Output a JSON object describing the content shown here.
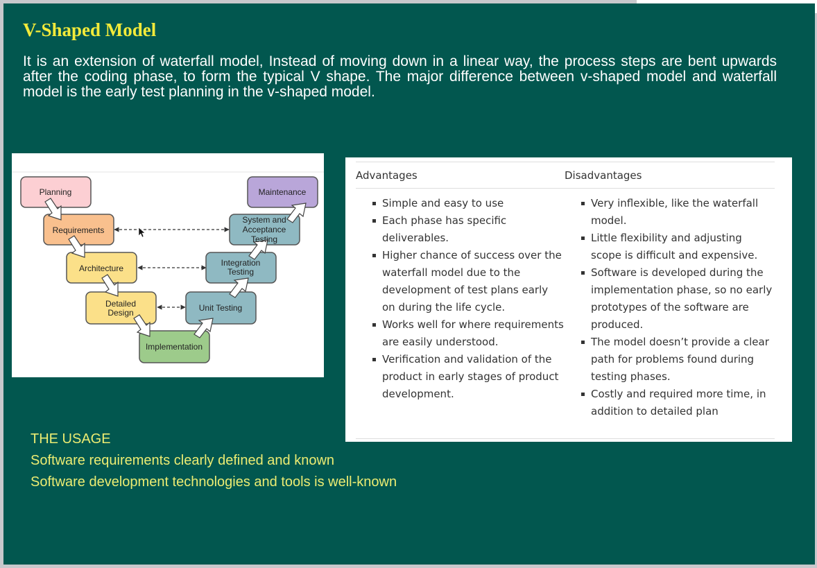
{
  "slide": {
    "title": "V-Shaped Model",
    "intro": "It is an extension of waterfall model, Instead of moving down in a linear way, the process steps are bent upwards after the coding phase, to form the typical V shape. The major difference between v-shaped model and waterfall model is the early test planning in the v-shaped model."
  },
  "diagram": {
    "planning": "Planning",
    "requirements": "Requirements",
    "architecture": "Architecture",
    "detailed_design_1": "Detailed",
    "detailed_design_2": "Design",
    "implementation": "Implementation",
    "unit_testing": "Unit Testing",
    "integration_1": "Integration",
    "integration_2": "Testing",
    "system_1": "System and",
    "system_2": "Acceptance",
    "system_3": "Testing",
    "maintenance": "Maintenance"
  },
  "table": {
    "advantages_header": "Advantages",
    "disadvantages_header": "Disadvantages",
    "advantages": [
      "Simple and easy to use",
      "Each phase has specific deliverables.",
      "Higher chance of success over the waterfall model due to the development of test plans early on during the life cycle.",
      "Works well for where requirements are easily understood.",
      "Verification and validation of the product in early stages of product development."
    ],
    "disadvantages": [
      "Very inflexible, like the waterfall model.",
      "Little flexibility and adjusting scope is difficult and expensive.",
      "Software is developed during the implementation phase, so no early prototypes of the software are produced.",
      "The model doesn’t provide a clear path for problems found during testing phases.",
      "Costly and required more time, in addition to detailed plan"
    ]
  },
  "usage": {
    "heading": "THE USAGE",
    "line1": "Software requirements clearly defined and known",
    "line2": "Software development technologies and tools is well-known"
  },
  "colors": {
    "background": "#02574f",
    "title": "#f2ea3a",
    "usage_text": "#ecec72",
    "planning": "#fccfd3",
    "requirements": "#f9c08e",
    "architecture": "#fbe089",
    "implementation": "#9dcb8b",
    "testing": "#8fb9c2",
    "maintenance": "#b9a6d9"
  }
}
